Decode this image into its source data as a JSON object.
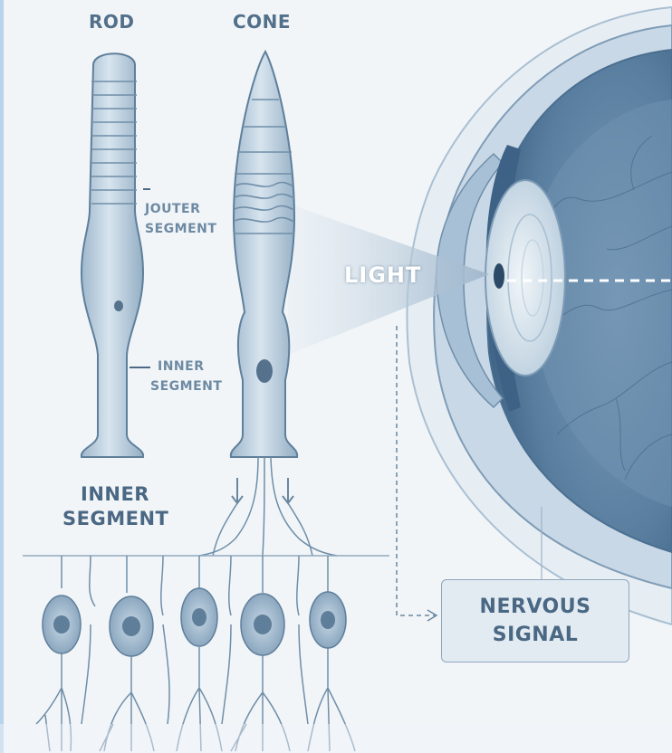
{
  "labels": {
    "rod": "ROD",
    "cone": "CONE",
    "outer_segment": "JOUTER SEGMENT",
    "outer_segment_line1": "JOUTER",
    "outer_segment_line2": "SEGMENT",
    "inner_segment_small_line1": "INNER",
    "inner_segment_small_line2": "SEGMENT",
    "inner_segment_big_line1": "INNER",
    "inner_segment_big_line2": "SEGMENT",
    "light": "LIGHT",
    "nervous_line1": "NERVOUS",
    "nervous_line2": "SIGNAL"
  },
  "colors": {
    "background": "#f1f5f8",
    "cell_fill": "#bcd0e0",
    "cell_stroke": "#5f7f9b",
    "eye_dark": "#46698c",
    "label_text": "#4d6a84"
  }
}
